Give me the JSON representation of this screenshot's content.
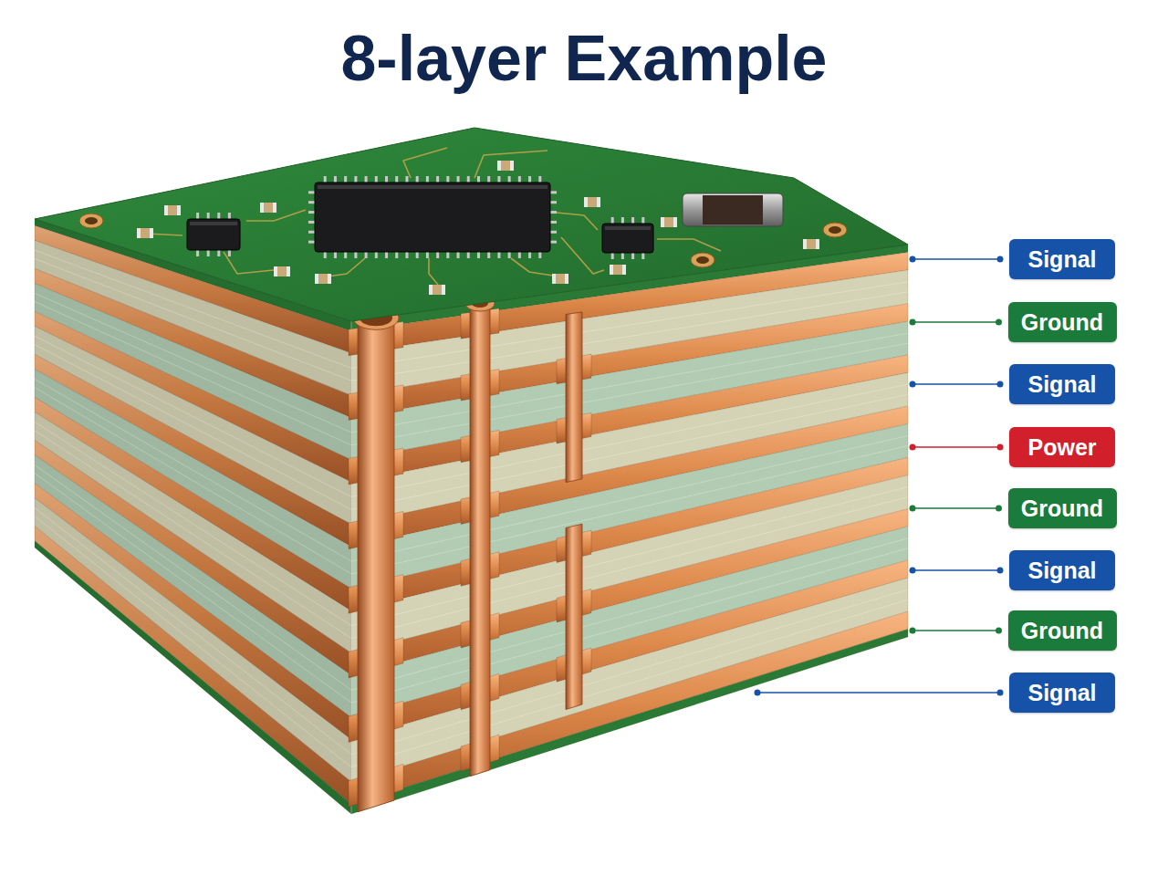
{
  "diagram": {
    "title": "8-layer Example",
    "nodes": [
      {
        "text": [
          "Signal"
        ]
      },
      {
        "text": [
          "Ground"
        ]
      },
      {
        "text": [
          "Signal"
        ]
      },
      {
        "text": [
          "Power"
        ]
      },
      {
        "text": [
          "Ground"
        ]
      },
      {
        "text": [
          "Signal"
        ]
      },
      {
        "text": [
          "Ground"
        ]
      },
      {
        "text": [
          "Signal"
        ]
      }
    ]
  }
}
